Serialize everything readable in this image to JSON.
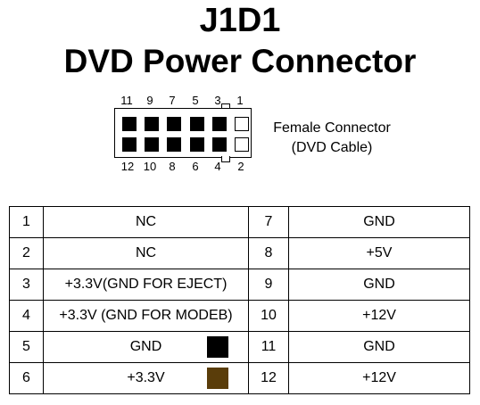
{
  "title": {
    "line1": "J1D1",
    "line2": "DVD Power Connector"
  },
  "connector": {
    "top_pin_numbers": [
      "11",
      "9",
      "7",
      "5",
      "3",
      "1"
    ],
    "bottom_pin_numbers": [
      "12",
      "10",
      "8",
      "6",
      "4",
      "2"
    ],
    "label_line1": "Female Connector",
    "label_line2": "(DVD Cable)"
  },
  "pinout": {
    "rows": [
      {
        "pin_a": "1",
        "signal_a": "NC",
        "pin_b": "7",
        "signal_b": "GND"
      },
      {
        "pin_a": "2",
        "signal_a": "NC",
        "pin_b": "8",
        "signal_b": "+5V"
      },
      {
        "pin_a": "3",
        "signal_a": "+3.3V(GND FOR EJECT)",
        "pin_b": "9",
        "signal_b": "GND"
      },
      {
        "pin_a": "4",
        "signal_a": "+3.3V (GND FOR MODEB)",
        "pin_b": "10",
        "signal_b": "+12V"
      },
      {
        "pin_a": "5",
        "signal_a": "GND",
        "pin_b": "11",
        "signal_b": "GND",
        "swatch_color": "#000000"
      },
      {
        "pin_a": "6",
        "signal_a": "+3.3V",
        "pin_b": "12",
        "signal_b": "+12V",
        "swatch_color": "#5a3d0a"
      }
    ]
  }
}
